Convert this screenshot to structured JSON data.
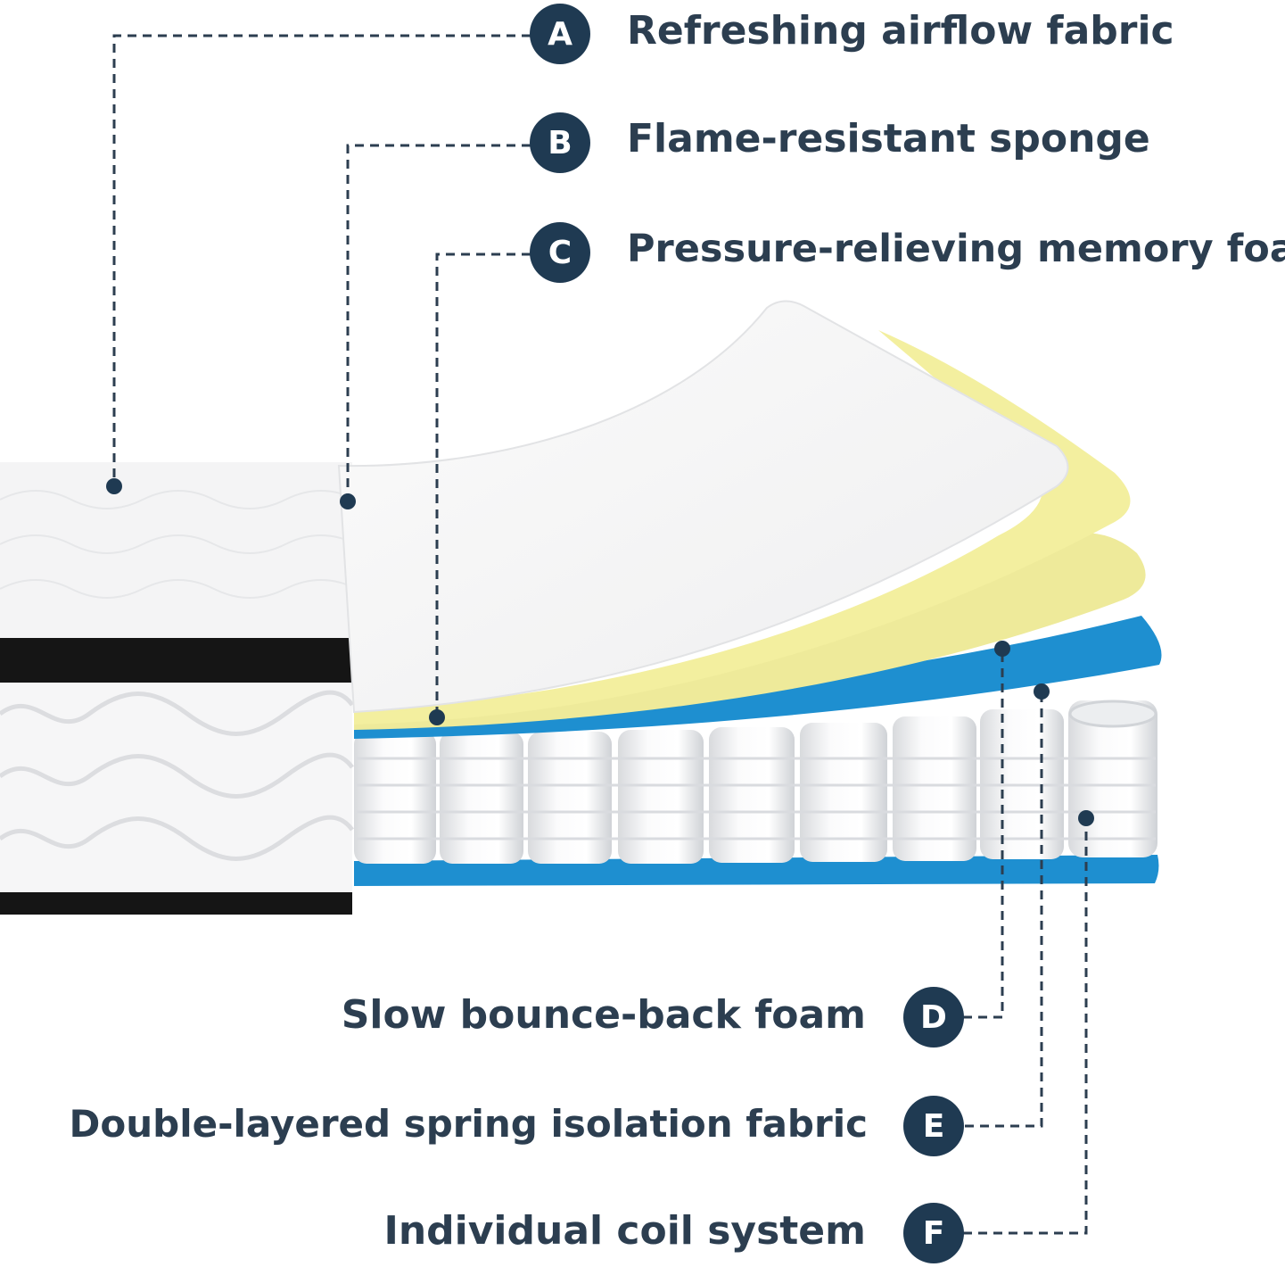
{
  "colors": {
    "badge": "#1f3a52",
    "label_text": "#2c3e50",
    "leader_line": "#2c3e50",
    "airflow_fabric": "#ffffff",
    "flame_sponge": "#f5f5f6",
    "memory_foam": "#f3ef9f",
    "slow_bounce_foam": "#eeea9a",
    "isolation_fabric": "#1e8fd0",
    "coils": "#f1f2f4",
    "side_band": "#111111"
  },
  "layers": [
    {
      "letter": "A",
      "label": "Refreshing airflow fabric"
    },
    {
      "letter": "B",
      "label": "Flame-resistant sponge"
    },
    {
      "letter": "C",
      "label": "Pressure-relieving memory foam"
    },
    {
      "letter": "D",
      "label": "Slow bounce-back foam"
    },
    {
      "letter": "E",
      "label": "Double-layered spring isolation fabric"
    },
    {
      "letter": "F",
      "label": "Individual coil system"
    }
  ]
}
